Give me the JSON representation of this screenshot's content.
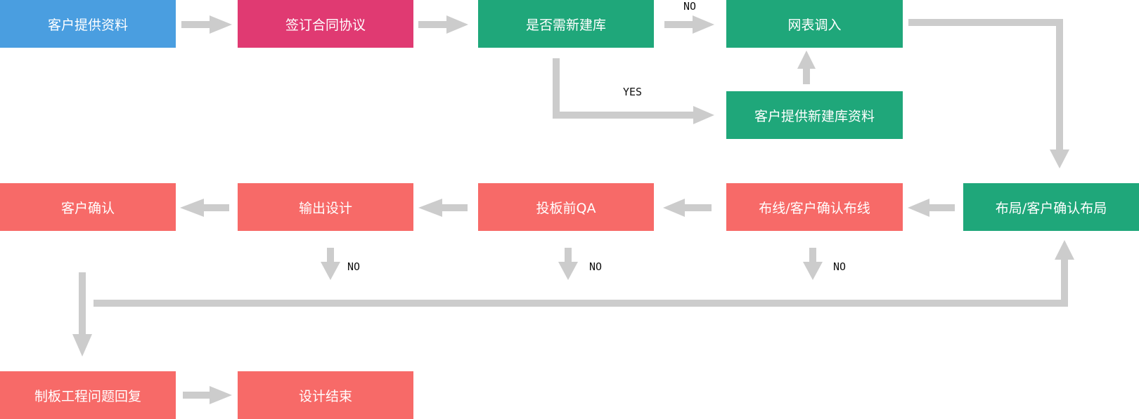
{
  "colors": {
    "blue": "#4a9ee0",
    "magenta": "#e03a72",
    "green": "#1fa77a",
    "red": "#f76a68",
    "arrow": "#cccccc"
  },
  "nodes": {
    "customer_data": "客户提供资料",
    "sign_contract": "签订合同协议",
    "need_new_lib": "是否需新建库",
    "netlist_import": "网表调入",
    "customer_new_lib_data": "客户提供新建库资料",
    "layout_confirm": "布局/客户确认布局",
    "routing_confirm": "布线/客户确认布线",
    "pre_board_qa": "投板前QA",
    "output_design": "输出设计",
    "customer_confirm": "客户确认",
    "fab_reply": "制板工程问题回复",
    "design_end": "设计结束"
  },
  "labels": {
    "no_top": "NO",
    "yes": "YES",
    "no_output": "NO",
    "no_qa": "NO",
    "no_routing": "NO"
  }
}
